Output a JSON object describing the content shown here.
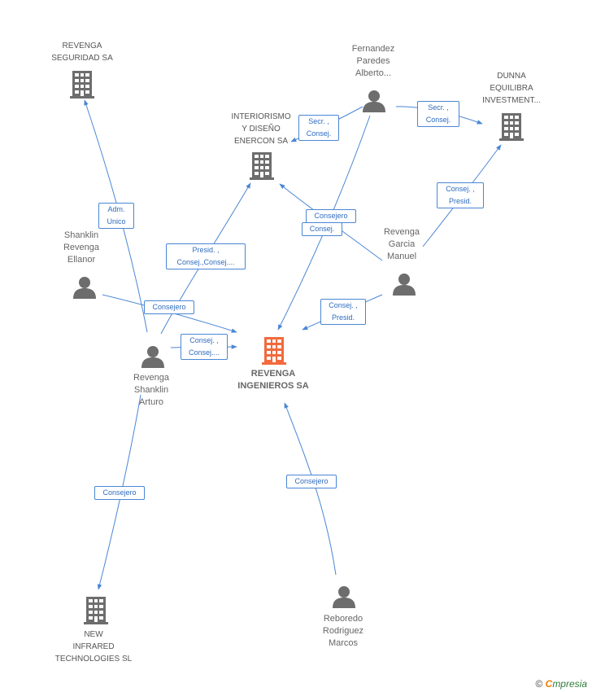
{
  "nodes": {
    "revenga_seguridad": {
      "label": "REVENGA\nSEGURIDAD SA",
      "kind": "company"
    },
    "fernandez": {
      "label": "Fernandez\nParedes\nAlberto...",
      "kind": "person"
    },
    "dunna": {
      "label": "DUNNA\nEQUILIBRA\nINVESTMENT...",
      "kind": "company"
    },
    "interiorismo": {
      "label": "INTERIORISMO\nY DISEÑO\nENERCON SA",
      "kind": "company"
    },
    "shanklin_ellanor": {
      "label": "Shanklin\nRevenga\nEllanor",
      "kind": "person"
    },
    "revenga_garcia": {
      "label": "Revenga\nGarcia\nManuel",
      "kind": "person"
    },
    "revenga_ingenieros": {
      "label": "REVENGA\nINGENIEROS SA",
      "kind": "focus-company"
    },
    "revenga_shanklin": {
      "label": "Revenga\nShanklin\nArturo",
      "kind": "person"
    },
    "new_infrared": {
      "label": "NEW\nINFRARED\nTECHNOLOGIES SL",
      "kind": "company"
    },
    "reboredo": {
      "label": "Reboredo\nRodriguez\nMarcos",
      "kind": "person"
    }
  },
  "edge_labels": {
    "adm_unico": "Adm.\nUnico",
    "secr_consej_1": "Secr. ,\nConsej.",
    "secr_consej_2": "Secr. ,\nConsej.",
    "consej_presid_dunna": "Consej. ,\nPresid.",
    "consejero_interiorismo": "Consejero",
    "consej_fernandez": "Consej.",
    "presid_consej": "Presid. ,\nConsej.,Consej....",
    "consejero_ellanor": "Consejero",
    "consej_consej": "Consej. ,\nConsej....",
    "consej_presid_garcia": "Consej. ,\nPresid.",
    "consejero_infrared": "Consejero",
    "consejero_reboredo": "Consejero"
  },
  "brand": {
    "symbol": "©",
    "initial": "C",
    "name": "mpresia"
  },
  "colors": {
    "edge": "#4a86d4",
    "company_icon": "#6d6d6d",
    "person_icon": "#6d6d6d",
    "focus_icon": "#f26a3d"
  }
}
